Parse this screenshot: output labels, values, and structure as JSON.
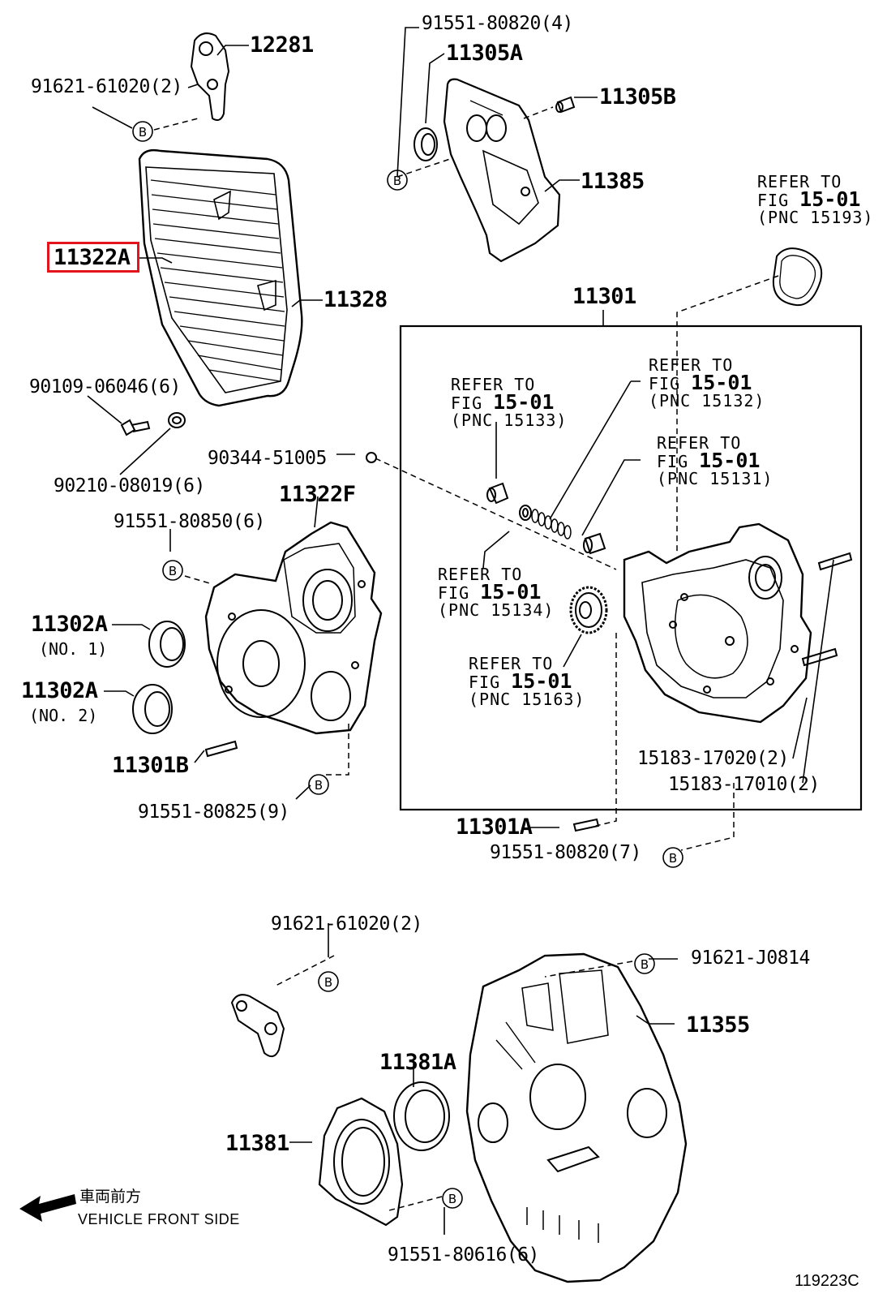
{
  "diagram": {
    "catalog_id": "119223C",
    "highlight_color": "#e3141b",
    "parts": {
      "p12281": "12281",
      "p91621_top": "91621-61020(2)",
      "p11322A": "11322A",
      "p11328": "11328",
      "p90109": "90109-06046(6)",
      "p90210": "90210-08019(6)",
      "p91551_80820_4": "91551-80820(4)",
      "p11305A": "11305A",
      "p11305B": "11305B",
      "p11385": "11385",
      "p11301": "11301",
      "p90344": "90344-51005",
      "p11322F": "11322F",
      "p91551_80850": "91551-80850(6)",
      "p11302A_1": "11302A",
      "p11302A_1_sub": "(NO. 1)",
      "p11302A_2": "11302A",
      "p11302A_2_sub": "(NO. 2)",
      "p11301B": "11301B",
      "p91551_80825": "91551-80825(9)",
      "p15183_17020": "15183-17020(2)",
      "p15183_17010": "15183-17010(2)",
      "p11301A": "11301A",
      "p91551_80820_7": "91551-80820(7)",
      "p91621_bottom": "91621-61020(2)",
      "p91621_J0814": "91621-J0814",
      "p11355": "11355",
      "p11381A": "11381A",
      "p11381": "11381",
      "p91551_80616": "91551-80616(6)"
    },
    "refs": {
      "r15193": {
        "l1": "REFER TO",
        "l2a": "FIG",
        "l2b": "15-01",
        "l3": "(PNC 15193)"
      },
      "r15133": {
        "l1": "REFER TO",
        "l2a": "FIG",
        "l2b": "15-01",
        "l3": "(PNC 15133)"
      },
      "r15132": {
        "l1": "REFER TO",
        "l2a": "FIG",
        "l2b": "15-01",
        "l3": "(PNC 15132)"
      },
      "r15131": {
        "l1": "REFER TO",
        "l2a": "FIG",
        "l2b": "15-01",
        "l3": "(PNC 15131)"
      },
      "r15134": {
        "l1": "REFER TO",
        "l2a": "FIG",
        "l2b": "15-01",
        "l3": "(PNC 15134)"
      },
      "r15163": {
        "l1": "REFER TO",
        "l2a": "FIG",
        "l2b": "15-01",
        "l3": "(PNC 15163)"
      }
    },
    "marker_letter": "B",
    "front_label_jp": "車両前方",
    "front_label_en": "VEHICLE FRONT SIDE"
  }
}
